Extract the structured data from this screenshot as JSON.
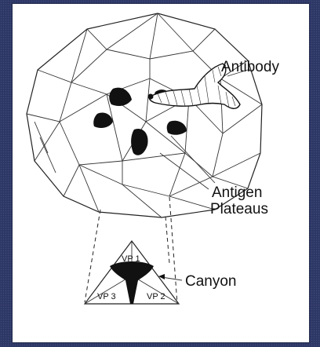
{
  "labels": {
    "antibody": "Antibody",
    "antigen_line1": "Antigen",
    "antigen_line2": "Plateaus",
    "canyon": "Canyon",
    "vp1": "VP 1",
    "vp2": "VP 2",
    "vp3": "VP 3"
  },
  "colors": {
    "background": "#2c3766",
    "panel": "#ffffff",
    "ink": "#111111"
  }
}
